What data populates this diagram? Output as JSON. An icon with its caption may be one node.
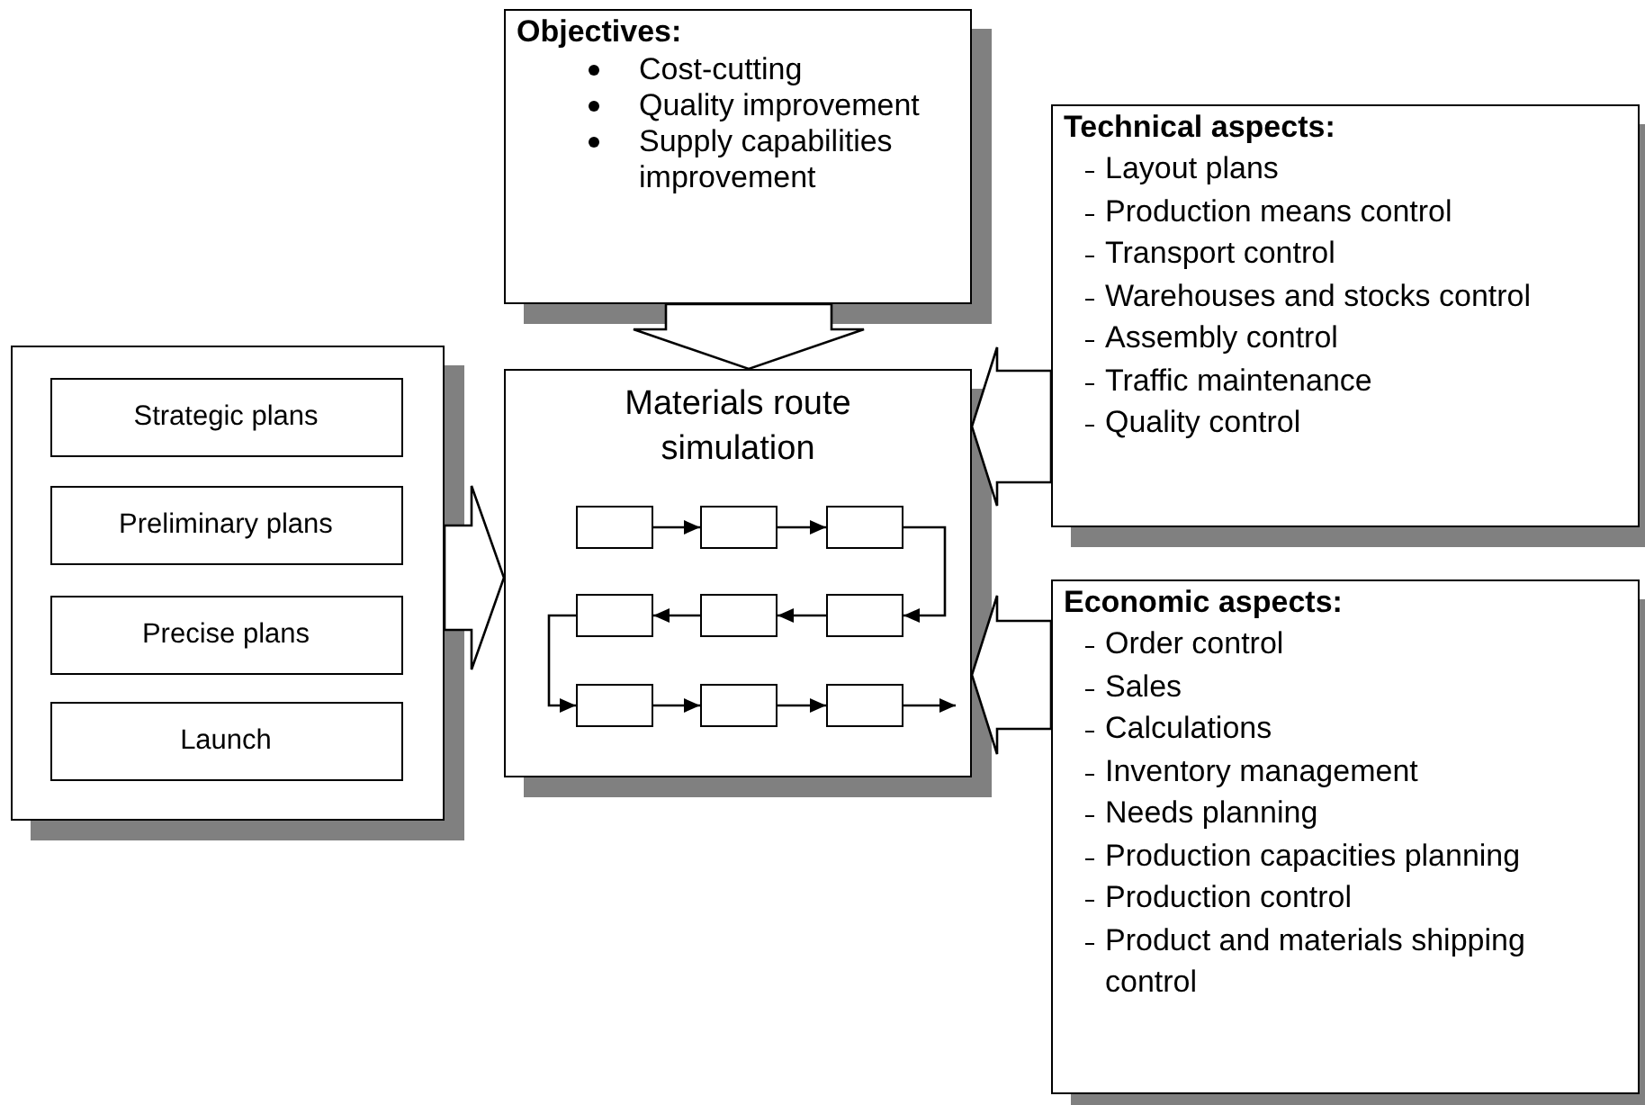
{
  "diagram": {
    "nodes": [
      {
        "text": [
          "Objectives:",
          "Cost-cutting",
          "Quality improvement",
          "Supply capabilities improvement"
        ]
      },
      {
        "text": [],
        "shape": "box"
      },
      {
        "text": [
          "Strategic plans"
        ],
        "in": 1
      },
      {
        "text": [
          "Preliminary plans"
        ],
        "in": 1
      },
      {
        "text": [
          "Precise plans"
        ],
        "in": 1
      },
      {
        "text": [
          "Launch"
        ],
        "in": 1
      },
      {
        "text": [
          "Materials route simulation"
        ]
      },
      {
        "text": [],
        "shape": "box",
        "in": 6
      },
      {
        "text": [],
        "shape": "box",
        "in": 6
      },
      {
        "text": [],
        "shape": "box",
        "in": 6
      },
      {
        "text": [],
        "shape": "box",
        "in": 6
      },
      {
        "text": [],
        "shape": "box",
        "in": 6
      },
      {
        "text": [],
        "shape": "box",
        "in": 6
      },
      {
        "text": [],
        "shape": "box",
        "in": 6
      },
      {
        "text": [],
        "shape": "box",
        "in": 6
      },
      {
        "text": [],
        "shape": "box",
        "in": 6
      },
      {
        "text": [
          "Technical aspects:",
          "Layout plans",
          "Production means control",
          "Transport control",
          "Warehouses and stocks control",
          "Assembly control",
          "Traffic maintenance",
          "Quality control"
        ]
      },
      {
        "text": [
          "Economic aspects:",
          "Order control",
          "Sales",
          "Calculations",
          "Inventory management",
          "Needs planning",
          "Production capacities planning",
          "Production control",
          "Product and materials shipping control"
        ]
      }
    ],
    "edges": [
      {
        "from": 0,
        "to": 6,
        "arrow": "to",
        "style": "thick"
      },
      {
        "from": 1,
        "to": 6,
        "arrow": "to",
        "style": "thick"
      },
      {
        "from": 16,
        "to": 6,
        "arrow": "to",
        "style": "thick"
      },
      {
        "from": 17,
        "to": 6,
        "arrow": "to",
        "style": "thick"
      },
      {
        "from": 7,
        "to": 8,
        "arrow": "to"
      },
      {
        "from": 8,
        "to": 9,
        "arrow": "to"
      },
      {
        "from": 9,
        "to": 12,
        "arrow": "to"
      },
      {
        "from": 12,
        "to": 11,
        "arrow": "to"
      },
      {
        "from": 11,
        "to": 10,
        "arrow": "to"
      },
      {
        "from": 10,
        "to": 13,
        "arrow": "to"
      },
      {
        "from": 13,
        "to": 14,
        "arrow": "to"
      },
      {
        "from": 14,
        "to": 15,
        "arrow": "to"
      },
      {
        "from": 15,
        "to": null,
        "arrow": "to"
      }
    ]
  }
}
